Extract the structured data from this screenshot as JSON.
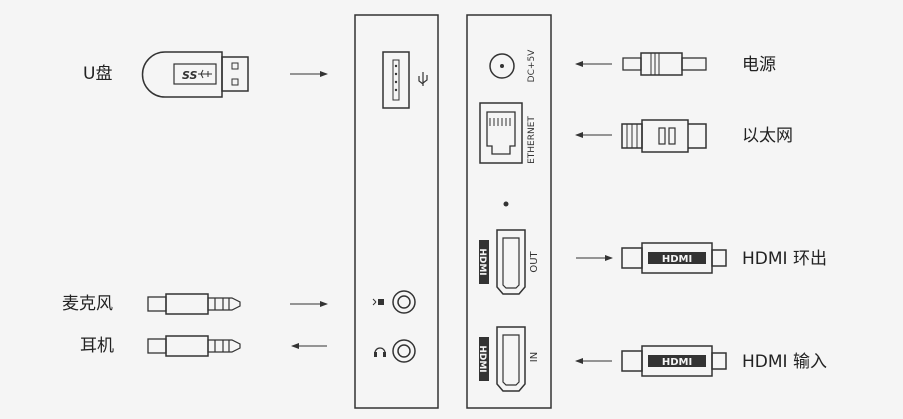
{
  "left_labels": {
    "usb": "U盘",
    "mic": "麦克风",
    "headphone": "耳机"
  },
  "right_labels": {
    "power": "电源",
    "ethernet": "以太网",
    "hdmi_out": "HDMI 环出",
    "hdmi_in": "HDMI 输入"
  },
  "panel_labels": {
    "dc": "DC+5V",
    "ethernet": "ETHERNET",
    "out": "OUT",
    "in": "IN"
  },
  "cable_text": {
    "usb_logo": "SS",
    "hdmi_logo": "HDMI",
    "hdmi_port_logo": "HDMI"
  },
  "colors": {
    "line": "#333333",
    "background": "#f5f5f5",
    "panel_fill": "#f5f5f5"
  }
}
